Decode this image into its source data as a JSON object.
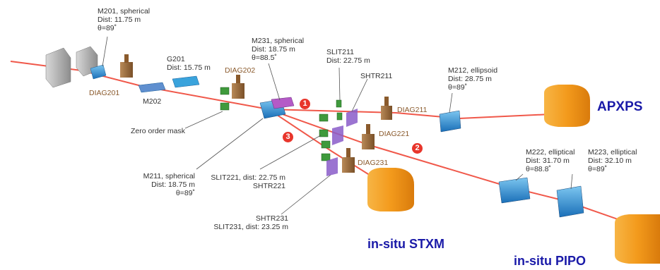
{
  "labels": {
    "m201": [
      "M201, spherical",
      "Dist: 11.75 m",
      "θ=89˚"
    ],
    "diag201": "DIAG201",
    "g201": [
      "G201",
      "Dist: 15.75 m"
    ],
    "m202": "M202",
    "diag202": "DIAG202",
    "zero_order": "Zero order mask",
    "m231": [
      "M231, spherical",
      "Dist: 18.75 m",
      "θ=88.5˚"
    ],
    "slit211": [
      "SLIT211",
      "Dist: 22.75 m"
    ],
    "shtr211": "SHTR211",
    "diag211": "DIAG211",
    "diag221": "DIAG221",
    "diag231": "DIAG231",
    "m212": [
      "M212, ellipsoid",
      "Dist: 28.75 m",
      "θ=89˚"
    ],
    "m211": [
      "M211, spherical",
      "Dist: 18.75 m",
      "θ=89˚"
    ],
    "slit221": [
      "SLIT221, dist: 22.75 m",
      "SHTR221"
    ],
    "shtr231": [
      "SHTR231",
      "SLIT231, dist: 23.25 m"
    ],
    "m222": [
      "M222, elliptical",
      "Dist: 31.70 m",
      "θ=88.8˚"
    ],
    "m223": [
      "M223, elliptical",
      "Dist: 32.10 m",
      "θ=89˚"
    ]
  },
  "endstations": {
    "apxps": "APXPS",
    "stxm": "in-situ STXM",
    "pipo": "in-situ PIPO"
  },
  "branch_badges": [
    "1",
    "2",
    "3"
  ],
  "colors": {
    "beam": "#f0584a",
    "endstation": "#f39a1c",
    "mirror": "#2a8fd6",
    "grating": "#3aa3dc",
    "diag": "#9a6a38",
    "slit": "#3f9a3c",
    "shutter": "#8a5cc9",
    "badge": "#e8352b",
    "title": "#1a1aa8"
  }
}
